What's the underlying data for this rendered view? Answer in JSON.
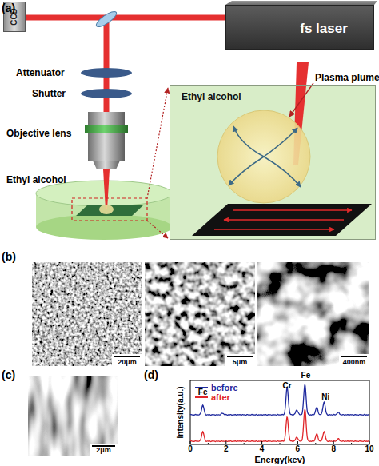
{
  "diagram": {
    "nodes": [
      {
        "text": [
          "CCD"
        ]
      },
      {
        "text": [
          "fs laser"
        ]
      },
      {
        "text": [
          "Ethyl alcohol"
        ]
      }
    ],
    "labels": [
      "(a)",
      "Attenuator",
      "Shutter",
      "Objective lens",
      "Ethyl alcohol",
      "Plasma plume",
      "(b)",
      "20μm",
      "5μm",
      "400nm",
      "(c)",
      "2μm",
      "(d)",
      "Fe",
      "Cr",
      "Fe",
      "Ni",
      "Intensity(a.u.)",
      "Energy(kev)",
      "0",
      "2",
      "4",
      "6",
      "8",
      "10"
    ],
    "legend": [
      {
        "text": "before"
      },
      {
        "text": "after"
      }
    ]
  }
}
